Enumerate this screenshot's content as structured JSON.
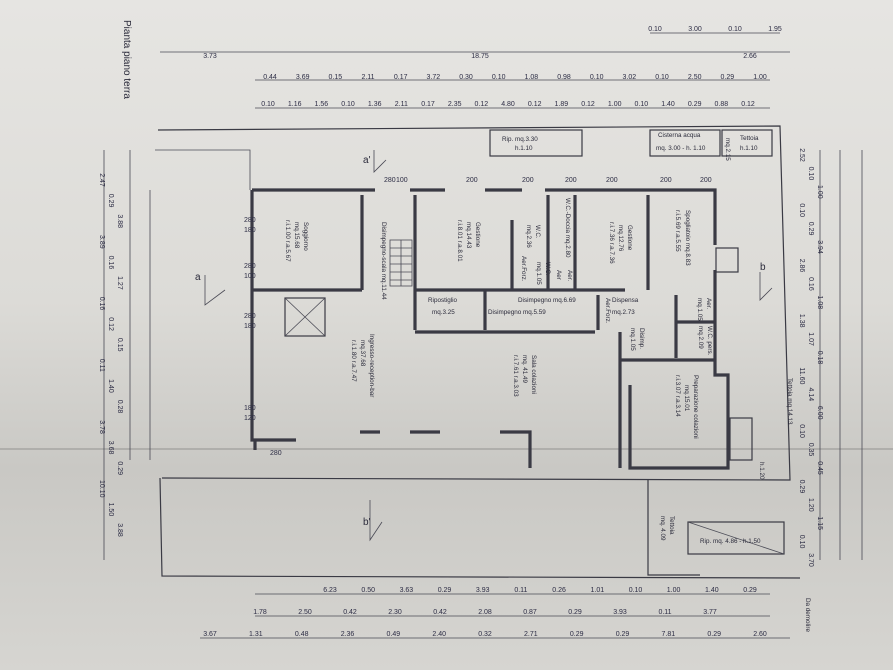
{
  "title": "Pianta piano terra",
  "dims_top": {
    "row1": [
      "0.10",
      "3.00",
      "0.10",
      "1.95"
    ],
    "row2": [
      "3.73",
      "18.75",
      "2.66"
    ],
    "row3": [
      "0.44",
      "3.69",
      "0.15",
      "2.11",
      "0.17",
      "3.72",
      "0.30",
      "0.10",
      "1.08",
      "0.98",
      "0.10",
      "3.02",
      "0.10",
      "2.50",
      "0.29",
      "1.00"
    ],
    "row4": [
      "0.10",
      "1.16",
      "1.56",
      "0.10",
      "1.36",
      "2.11",
      "0.17",
      "2.35",
      "0.12",
      "4.80",
      "0.12",
      "1.89",
      "0.12",
      "1.00",
      "0.10",
      "1.40",
      "0.29",
      "0.88",
      "0.12"
    ]
  },
  "dims_bottom": {
    "row1": [
      "6.23",
      "0.50",
      "3.63",
      "0.29",
      "3.93",
      "0.11",
      "0.26",
      "1.01",
      "0.10",
      "1.00",
      "1.40",
      "0.29"
    ],
    "row2": [
      "1.78",
      "2.50",
      "0.42",
      "2.30",
      "0.42",
      "2.08",
      "0.87",
      "0.29",
      "3.93",
      "0.11",
      "3.77"
    ],
    "row3": [
      "3.67",
      "1.31",
      "0.48",
      "2.36",
      "0.49",
      "2.40",
      "0.32",
      "2.71",
      "0.29",
      "0.29",
      "7.81",
      "0.29",
      "2.60"
    ]
  },
  "dims_left": [
    "2.47",
    "0.29",
    "3.88",
    "3.89",
    "0.16",
    "1.27",
    "0.16",
    "0.12",
    "0.15",
    "0.11",
    "1.40",
    "0.28",
    "3.78",
    "3.68",
    "0.29",
    "10.10",
    "1.50",
    "3.88"
  ],
  "dims_right": [
    "2.52",
    "0.10",
    "1.00",
    "0.10",
    "0.29",
    "3.94",
    "2.86",
    "0.16",
    "1.08",
    "1.38",
    "1.07",
    "0.18",
    "11.60",
    "4.14",
    "6.00",
    "0.10",
    "0.35",
    "0.45",
    "0.29",
    "1.20",
    "1.15",
    "0.10",
    "3.70"
  ],
  "wall_marks": [
    "280",
    "180",
    "280",
    "100",
    "280",
    "180",
    "180",
    "120",
    "280",
    "280",
    "100",
    "200",
    "200",
    "200",
    "200",
    "200",
    "200"
  ],
  "rooms": {
    "ripostiglio_ext": {
      "name": "Rip. mq.3.30",
      "sub": "h.1.10"
    },
    "cisterna": {
      "name": "Cisterna acqua",
      "sub": "mq. 3.00 - h. 1.10"
    },
    "tettoia_top": {
      "name": "Tettoia",
      "sub": "h.1.10"
    },
    "tettoia_top_side": "mq.2.15",
    "soggiorno": {
      "name": "Soggiorno",
      "area": "mq.15.68",
      "ratios": "r.i.1.00  r.a.5.67"
    },
    "disimpegno_top": {
      "name": "Disimpegno-scala mq.11.44"
    },
    "gestione1": {
      "name": "Gestione",
      "area": "mq.14.43",
      "ratios": "r.i.8.01  r.a.8.01"
    },
    "wc1": {
      "name": "W.C.",
      "area": "mq.2.36"
    },
    "wc_doccia": {
      "name": "W.C.-Doccia mq.2.80",
      "sub": "Aer"
    },
    "wc2": {
      "name": "W.C.",
      "area": "mq.1.05"
    },
    "aer_forz": "Aer.Forz.",
    "aer": "Aer.",
    "gestione2": {
      "name": "Gestione",
      "area": "mq.12.76",
      "ratios": "r.i.7.36  r.a.7.36"
    },
    "spogliatoio": {
      "name": "Spogliatoio mq.8.83",
      "ratios": "r.i.5.69  r.a.5.55"
    },
    "ripostiglio": {
      "name": "Ripostiglio",
      "area": "mq.3.25"
    },
    "disimpegno1": {
      "name": "Disimpegno mq.6.69"
    },
    "disimpegno2": {
      "name": "Disimpegno mq.5.59"
    },
    "dispensa": {
      "name": "Dispensa",
      "area": "mq.2.73"
    },
    "aer_forz2": "Aer.Forz.",
    "aer2": "Aer.",
    "aer_mq": "mq.1.05",
    "disimp3": {
      "name": "Disimp.",
      "area": "mq.1.05"
    },
    "wc_pers": {
      "name": "W.C. pers.",
      "area": "mq.2.09"
    },
    "ingresso": {
      "name": "Ingresso-reception-bar",
      "area": "mq.37.68",
      "ratios": "r.i.1.80  r.a.7.47"
    },
    "sala": {
      "name": "Sala colazioni",
      "area": "mq. 41.49",
      "ratios": "r.i.7.61  r.a.3.03"
    },
    "preparazione": {
      "name": "Preparazione colazioni",
      "area": "mq.15.01",
      "ratios": "r.i.3.07  r.a.3.14"
    },
    "tettoia_side": {
      "name": "Tettoia mq.14.13"
    },
    "h_note": "h.1.20",
    "tettoia_bottom": {
      "name": "Tettoia",
      "area": "mq. 4.09"
    },
    "rip_bottom": {
      "name": "Rip. mq. 4.86 - h.1.50"
    },
    "da_demolire": "Da demolire"
  },
  "sections": [
    "a'",
    "b'",
    "a",
    "b"
  ]
}
